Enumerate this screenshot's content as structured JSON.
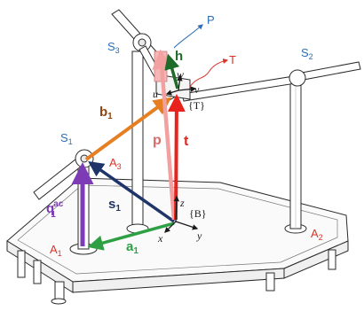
{
  "labels": {
    "P": "P",
    "T": "T",
    "S1": "S",
    "S1_sub": "1",
    "S2": "S",
    "S2_sub": "2",
    "S3": "S",
    "S3_sub": "3",
    "A1": "A",
    "A1_sub": "1",
    "A2": "A",
    "A2_sub": "2",
    "A3": "A",
    "A3_sub": "3",
    "h": "h",
    "w": "w",
    "u": "u",
    "v": "v",
    "frame_T": "{T}",
    "frame_B": "{B}",
    "b1": "b",
    "b1_sub": "1",
    "t": "t",
    "p": "p",
    "s1": "s",
    "s1_sub": "1",
    "q1": "q",
    "q1_sub": "1",
    "q1_sup": "ac",
    "a1": "a",
    "a1_sub": "1",
    "x": "x",
    "y": "y",
    "z": "z"
  },
  "colors": {
    "black": "#1a1a1a",
    "steel": "#9a9a9a",
    "blue_label": "#2e6db5",
    "red_label": "#d9342b",
    "green": "#2ea043",
    "dark_green": "#1f6b2a",
    "orange": "#e67e22",
    "red_vec": "#e8221c",
    "pink_vec": "#f4a7a7",
    "navy": "#1f3468",
    "purple": "#7d3cb5",
    "brown": "#8b4513"
  }
}
